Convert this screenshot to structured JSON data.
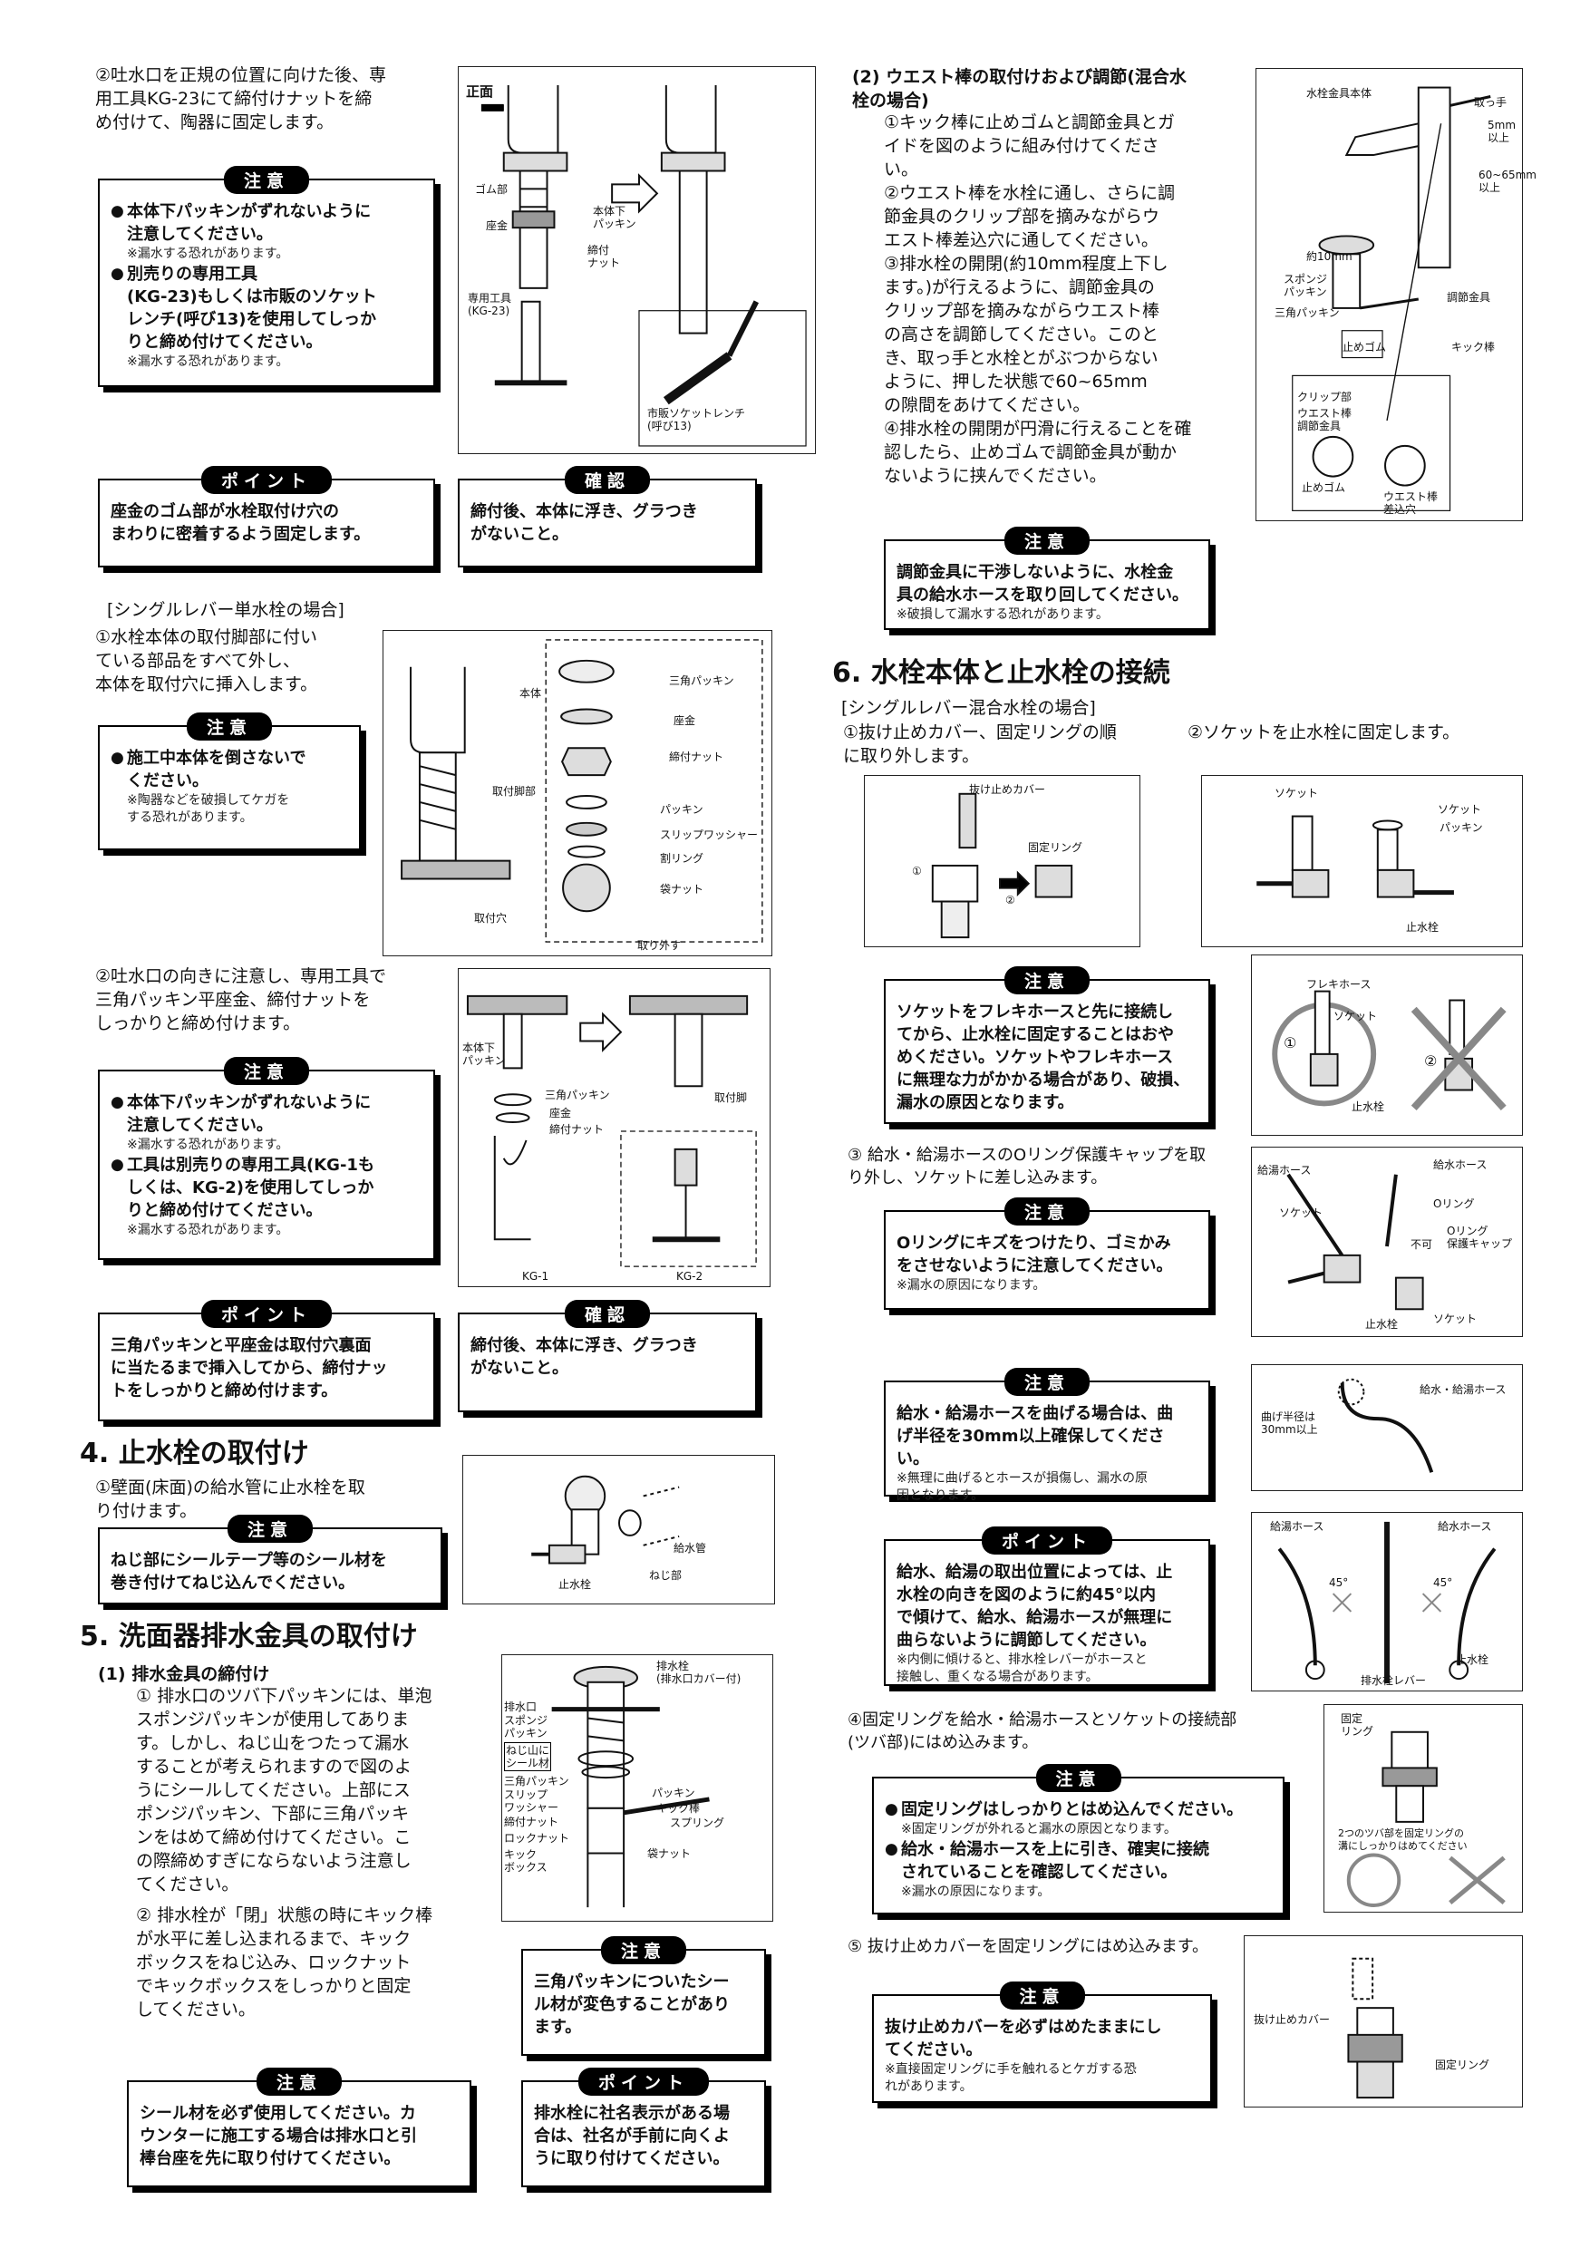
{
  "s3": {
    "step2_text": "②吐水口を正規の位置に向けた後、専\n用工具KG-23にて締付けナットを締\nめ付けて、陶器に固定します。",
    "caution1": {
      "label": "注意",
      "b1": "本体下パッキンがずれないように\n注意してください。",
      "n1": "※漏水する恐れがあります。",
      "b2": "別売りの専用工具\n(KG-23)もしくは市販のソケット\nレンチ(呼び13)を使用してしっか\nりと締め付けてください。",
      "n2": "※漏水する恐れがあります。"
    },
    "fig1": {
      "front": "正面",
      "gomu": "ゴム部",
      "zagane": "座金",
      "packing": "本体下\nパッキン",
      "nut": "締付\nナット",
      "tool": "専用工具\n(KG-23)",
      "socket": "市販ソケットレンチ\n(呼び13)"
    },
    "point1": {
      "label": "ポイント",
      "text": "座金のゴム部が水栓取付け穴の\nまわりに密着するよう固定します。"
    },
    "confirm1": {
      "label": "確認",
      "text": "締付後、本体に浮き、グラつき\nがないこと。"
    },
    "single_header": "[シングルレバー単水栓の場合]",
    "single_step1": "①水栓本体の取付脚部に付い\nている部品をすべて外し、\n本体を取付穴に挿入します。",
    "caution2": {
      "label": "注意",
      "b1": "施工中本体を倒さないで\nください。",
      "n1": "※陶器などを破損してケガを\nする恐れがあります。"
    },
    "fig2": {
      "body": "本体",
      "leg": "取付脚部",
      "hole": "取付穴",
      "p1": "三角パッキン",
      "p2": "座金",
      "p3": "締付ナット",
      "p4": "パッキン",
      "p5": "スリップワッシャー",
      "p6": "割リング",
      "p7": "袋ナット",
      "remove": "取り外す"
    },
    "single_step2": "②吐水口の向きに注意し、専用工具で\n三角パッキン平座金、締付ナットを\nしっかりと締め付けます。",
    "caution3": {
      "label": "注意",
      "b1": "本体下パッキンがずれないように\n注意してください。",
      "n1": "※漏水する恐れがあります。",
      "b2": "工具は別売りの専用工具(KG-1も\nしくは、KG-2)を使用してしっか\nりと締め付けてください。",
      "n2": "※漏水する恐れがあります。"
    },
    "fig3": {
      "packing": "本体下\nパッキン",
      "p1": "三角パッキン",
      "p2": "座金",
      "p3": "締付ナット",
      "leg": "取付脚",
      "kg1": "KG-1",
      "kg2": "KG-2"
    },
    "point2": {
      "label": "ポイント",
      "text": "三角パッキンと平座金は取付穴裏面\nに当たるまで挿入してから、締付ナッ\nトをしっかりと締め付けます。"
    },
    "confirm2": {
      "label": "確認",
      "text": "締付後、本体に浮き、グラつき\nがないこと。"
    }
  },
  "s4": {
    "title": "4. 止水栓の取付け",
    "step1": "①壁面(床面)の給水管に止水栓を取\nり付けます。",
    "caution": {
      "label": "注意",
      "text": "ねじ部にシールテープ等のシール材を\n巻き付けてねじ込んでください。"
    },
    "fig": {
      "pipe": "給水管",
      "thread": "ねじ部",
      "valve": "止水栓"
    }
  },
  "s5": {
    "title": "5. 洗面器排水金具の取付け",
    "sub1": "(1) 排水金具の締付け",
    "step1": "① 排水口のツバ下パッキンには、単泡\nスポンジパッキンが使用してありま\nす。しかし、ねじ山をつたって漏水\nすることが考えられますので図のよ\nうにシールしてください。上部にス\nポンジパッキン、下部に三角パッキ\nンをはめて締め付けてください。こ\nの際締めすぎにならないよう注意し\nてください。",
    "step2": "② 排水栓が「閉」状態の時にキック棒\nが水平に差し込まれるまで、キック\nボックスをねじ込み、ロックナット\nでキックボックスをしっかりと固定\nしてください。",
    "fig": {
      "plug": "排水栓\n(排水口カバー付)",
      "mouth": "排水口",
      "sponge": "スポンジ\nパッキン",
      "seal": "ねじ山に\nシール材",
      "tri": "三角パッキン",
      "slip": "スリップ\nワッシャー",
      "nut": "締付ナット",
      "lock": "ロックナット",
      "kickbox": "キック\nボックス",
      "packing": "パッキン",
      "kickrod": "キック棒",
      "spring": "スプリング",
      "fukuro": "袋ナット"
    },
    "caution1": {
      "label": "注意",
      "text": "三角パッキンについたシー\nル材が変色することがあり\nます。"
    },
    "caution2": {
      "label": "注意",
      "text": "シール材を必ず使用してください。カ\nウンターに施工する場合は排水口と引\n棒台座を先に取り付けてください。"
    },
    "point": {
      "label": "ポイント",
      "text": "排水栓に社名表示がある場\n合は、社名が手前に向くよ\nうに取り付けてください。"
    }
  },
  "s5b": {
    "sub2": "(2) ウエスト棒の取付けおよび調節(混合水\n栓の場合)",
    "steps": "①キック棒に止めゴムと調節金具とガ\nイドを図のように組み付けてくださ\nい。\n②ウエスト棒を水栓に通し、さらに調\n節金具のクリップ部を摘みながらウ\nエスト棒差込穴に通してください。\n③排水栓の開閉(約10mm程度上下し\nます。)が行えるように、調節金具の\nクリップ部を摘みながらウエスト棒\nの高さを調節してください。このと\nき、取っ手と水栓とがぶつからない\nように、押した状態で60~65mm\nの隙間をあけてください。\n④排水栓の開閉が円滑に行えることを確\n認したら、止めゴムで調節金具が動か\nないように挟んでください。",
    "fig": {
      "body": "水栓金具本体",
      "handle": "取っ手",
      "d1": "5mm\n以上",
      "d2": "60~65mm\n以上",
      "d3": "約10mm",
      "sponge": "スポンジ\nパッキン",
      "tri": "三角パッキン",
      "stopper": "止めゴム",
      "adj": "調節金具",
      "kick": "キック棒",
      "clip": "クリップ部",
      "guide": "ウエスト棒\n調節金具",
      "stop2": "止めゴム",
      "hole": "ウエスト棒\n差込穴"
    },
    "caution": {
      "label": "注意",
      "text": "調節金具に干渉しないように、水栓金\n具の給水ホースを取り回してください。",
      "note": "※破損して漏水する恐れがあります。"
    }
  },
  "s6": {
    "title": "6. 水栓本体と止水栓の接続",
    "header": "[シングルレバー混合水栓の場合]",
    "step1": "①抜け止めカバー、固定リングの順\nに取り外します。",
    "step2": "②ソケットを止水栓に固定します。",
    "fig1": {
      "cover": "抜け止めカバー",
      "ring": "固定リング",
      "n1": "①",
      "n2": "②"
    },
    "fig2": {
      "socket1": "ソケット",
      "socket2": "ソケット",
      "packing": "パッキン",
      "valve": "止水栓"
    },
    "caution1": {
      "label": "注意",
      "text": "ソケットをフレキホースと先に接続し\nてから、止水栓に固定することはおや\nめください。ソケットやフレキホース\nに無理な力がかかる場合があり、破損、\n漏水の原因となります。"
    },
    "fig3": {
      "hose": "フレキホース",
      "socket": "ソケット",
      "valve": "止水栓",
      "n1": "①",
      "n2": "②"
    },
    "step3": "③ 給水・給湯ホースのOリング保護キャップを取\nり外し、ソケットに差し込みます。",
    "caution2": {
      "label": "注意",
      "text": "Oリングにキズをつけたり、ゴミかみ\nをさせないように注意してください。",
      "note": "※漏水の原因になります。"
    },
    "fig4": {
      "hot": "給湯ホース",
      "cold": "給水ホース",
      "socket": "ソケット",
      "oring": "Oリング",
      "cap": "Oリング\n保護キャップ",
      "ng": "不可",
      "valve": "止水栓",
      "socket2": "ソケット"
    },
    "caution3": {
      "label": "注意",
      "text": "給水・給湯ホースを曲げる場合は、曲\nげ半径を30mm以上確保してください。",
      "note": "※無理に曲げるとホースが損傷し、漏水の原\n因となります。"
    },
    "fig5": {
      "radius": "曲げ半径は\n30mm以上",
      "hose": "給水・給湯ホース"
    },
    "point": {
      "label": "ポイント",
      "text": "給水、給湯の取出位置によっては、止\n水栓の向きを図のように約45°以内\nで傾けて、給水、給湯ホースが無理に\n曲らないように調節してください。",
      "note": "※内側に傾けると、排水栓レバーがホースと\n接触し、重くなる場合があります。"
    },
    "fig6": {
      "hot": "給湯ホース",
      "cold": "給水ホース",
      "a1": "45°",
      "a2": "45°",
      "valve": "止水栓",
      "lever": "排水栓レバー"
    },
    "step4": "④固定リングを給水・給湯ホースとソケットの接続部\n(ツバ部)にはめ込みます。",
    "caution4": {
      "label": "注意",
      "b1": "固定リングはしっかりとはめ込んでください。",
      "n1": "※固定リングが外れると漏水の原因となります。",
      "b2": "給水・給湯ホースを上に引き、確実に接続\nされていることを確認してください。",
      "n2": "※漏水の原因になります。"
    },
    "fig7": {
      "ring": "固定\nリング",
      "note": "2つのツバ部を固定リングの\n溝にしっかりはめてください"
    },
    "step5": "⑤ 抜け止めカバーを固定リングにはめ込みます。",
    "caution5": {
      "label": "注意",
      "text": "抜け止めカバーを必ずはめたままにし\nてください。",
      "note": "※直接固定リングに手を触れるとケガする恐\nれがあります。"
    },
    "fig8": {
      "cover": "抜け止めカバー",
      "ring": "固定リング"
    }
  }
}
